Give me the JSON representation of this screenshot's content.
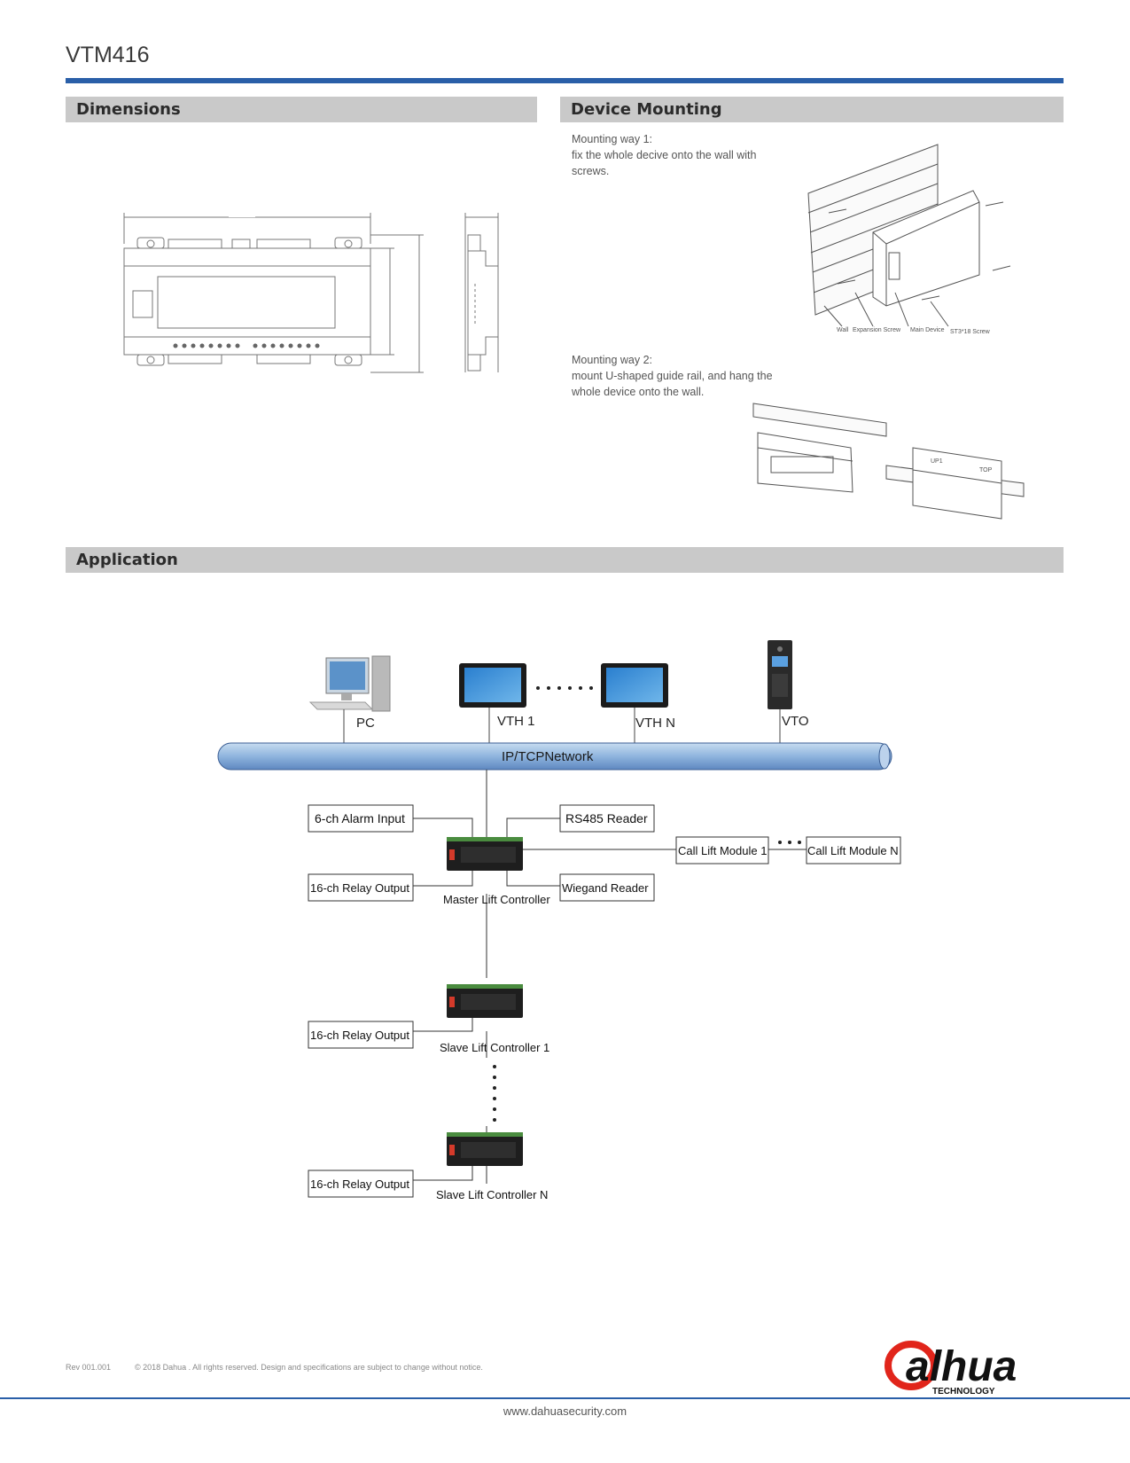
{
  "document": {
    "title": "VTM416"
  },
  "sections": {
    "dimensions": "Dimensions",
    "mounting": "Device Mounting",
    "application": "Application"
  },
  "mounting": {
    "way1_title": "Mounting way 1:",
    "way1_text_1": "fix the whole decive onto the wall with",
    "way1_text_2": "screws.",
    "way2_title": "Mounting way 2:",
    "way2_text_1": "mount U-shaped guide rail, and hang the",
    "way2_text_2": "whole device onto the wall.",
    "labels": {
      "wall": "Wall",
      "expansion_screw": "Expansion Screw",
      "main_device": "Main Device",
      "st_screw": "ST3*18 Screw"
    },
    "rail_labels": {
      "up1": "UP1",
      "up2": "TOP"
    }
  },
  "application": {
    "devices": {
      "pc": "PC",
      "vth1": "VTH 1",
      "vthn": "VTH N",
      "vto": "VTO"
    },
    "network": "IP/TCPNetwork",
    "boxes": {
      "alarm_input": "6-ch Alarm Input",
      "rs485_reader": "RS485 Reader",
      "relay_output_master": "16-ch Relay Output",
      "wiegand_reader": "Wiegand Reader",
      "call_lift_1": "Call Lift Module 1",
      "call_lift_n": "Call Lift Module N",
      "relay_output_slave1": "16-ch Relay Output",
      "relay_output_slaven": "16-ch Relay Output"
    },
    "controllers": {
      "master": "Master Lift Controller",
      "slave1": "Slave Lift Controller 1",
      "slaven": "Slave Lift Controller N"
    }
  },
  "footer": {
    "rev": "Rev 001.001",
    "copyright": "© 2018 Dahua . All rights reserved. Design and specifications are subject to change without notice.",
    "url": "www.dahuasecurity.com",
    "logo_text": "alhua",
    "logo_sub": "TECHNOLOGY"
  },
  "colors": {
    "accent_blue": "#2a5fa8",
    "section_gray": "#c9c9c9",
    "logo_red": "#e1251b"
  }
}
